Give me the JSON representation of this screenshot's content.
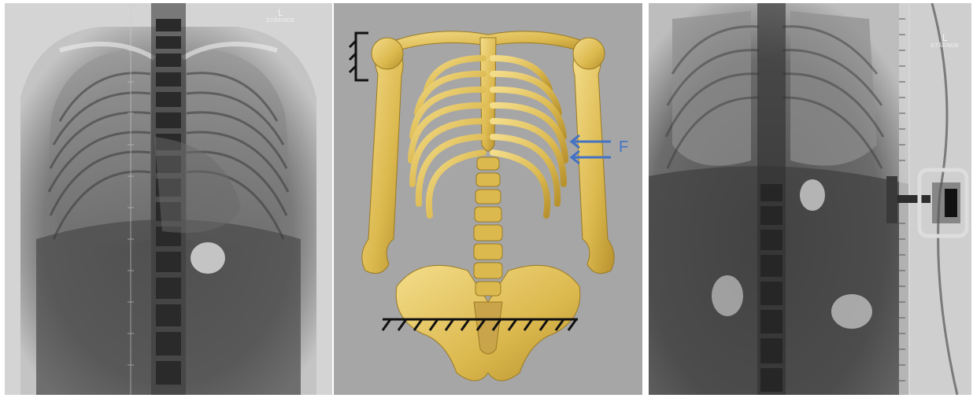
{
  "xray_left": {
    "side_marker": "L",
    "position_marker": "STÅENDE"
  },
  "model": {
    "force_label": "F",
    "arrow_color": "#4472c4",
    "bone_color": "#e3c25c",
    "background_color": "#a6a6a6"
  },
  "xray_right": {
    "side_marker": "L",
    "position_marker": "STÅENDE"
  }
}
